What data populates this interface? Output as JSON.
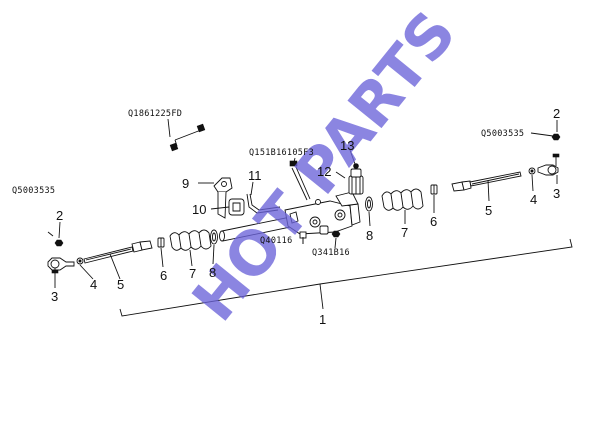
{
  "codes": {
    "c1": "Q1861225FD",
    "c2": "Q151B16105F3",
    "c3": "Q40116",
    "c4": "Q341B16",
    "c5": "Q5003535",
    "c6": "Q5003535"
  },
  "callouts": {
    "n1": "1",
    "n2a": "2",
    "n2b": "2",
    "n3a": "3",
    "n3b": "3",
    "n4a": "4",
    "n4b": "4",
    "n5a": "5",
    "n5b": "5",
    "n6a": "6",
    "n6b": "6",
    "n7a": "7",
    "n7b": "7",
    "n8a": "8",
    "n8b": "8",
    "n9": "9",
    "n10": "10",
    "n11": "11",
    "n12": "12",
    "n13": "13"
  },
  "watermark": "HOT PARTS",
  "colors": {
    "watermark": "#6b63d9",
    "line": "#111111"
  }
}
